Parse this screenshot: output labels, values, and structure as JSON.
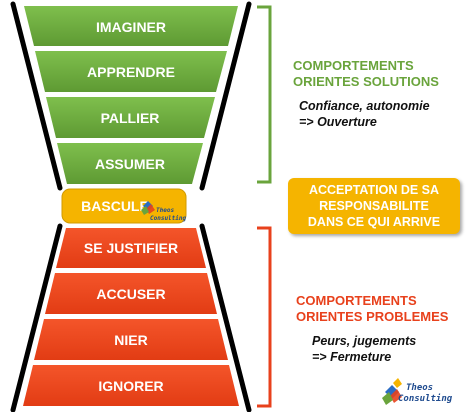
{
  "upper_stages": [
    "IMAGINER",
    "APPRENDRE",
    "PALLIER",
    "ASSUMER"
  ],
  "bascule": "BASCULE",
  "lower_stages": [
    "SE JUSTIFIER",
    "ACCUSER",
    "NIER",
    "IGNORER"
  ],
  "solutions": {
    "title_line1": "COMPORTEMENTS",
    "title_line2": "ORIENTES SOLUTIONS",
    "sub_line1": "Confiance, autonomie",
    "sub_line2": "=> Ouverture"
  },
  "acceptance": {
    "line1": "ACCEPTATION DE SA",
    "line2": "RESPONSABILITE",
    "line3": "DANS CE QUI ARRIVE"
  },
  "problems": {
    "title_line1": "COMPORTEMENTS",
    "title_line2": "ORIENTES PROBLEMES",
    "sub_line1": "Peurs, jugements",
    "sub_line2": "=> Fermeture"
  },
  "logo": {
    "line1": "Theos",
    "line2": "Consulting"
  },
  "colors": {
    "green": "#6aa43c",
    "red": "#e8411c",
    "orange": "#f5b400",
    "bracket_green": "#6aa43c",
    "bracket_red": "#e8411c"
  }
}
